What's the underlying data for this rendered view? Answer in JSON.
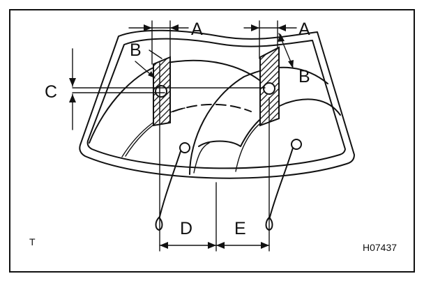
{
  "labels": {
    "a_left": "A",
    "a_right": "A",
    "b_left": "B",
    "b_right": "B",
    "c": "C",
    "d": "D",
    "e": "E"
  },
  "figure_code": "H07437",
  "corner_mark": "T"
}
